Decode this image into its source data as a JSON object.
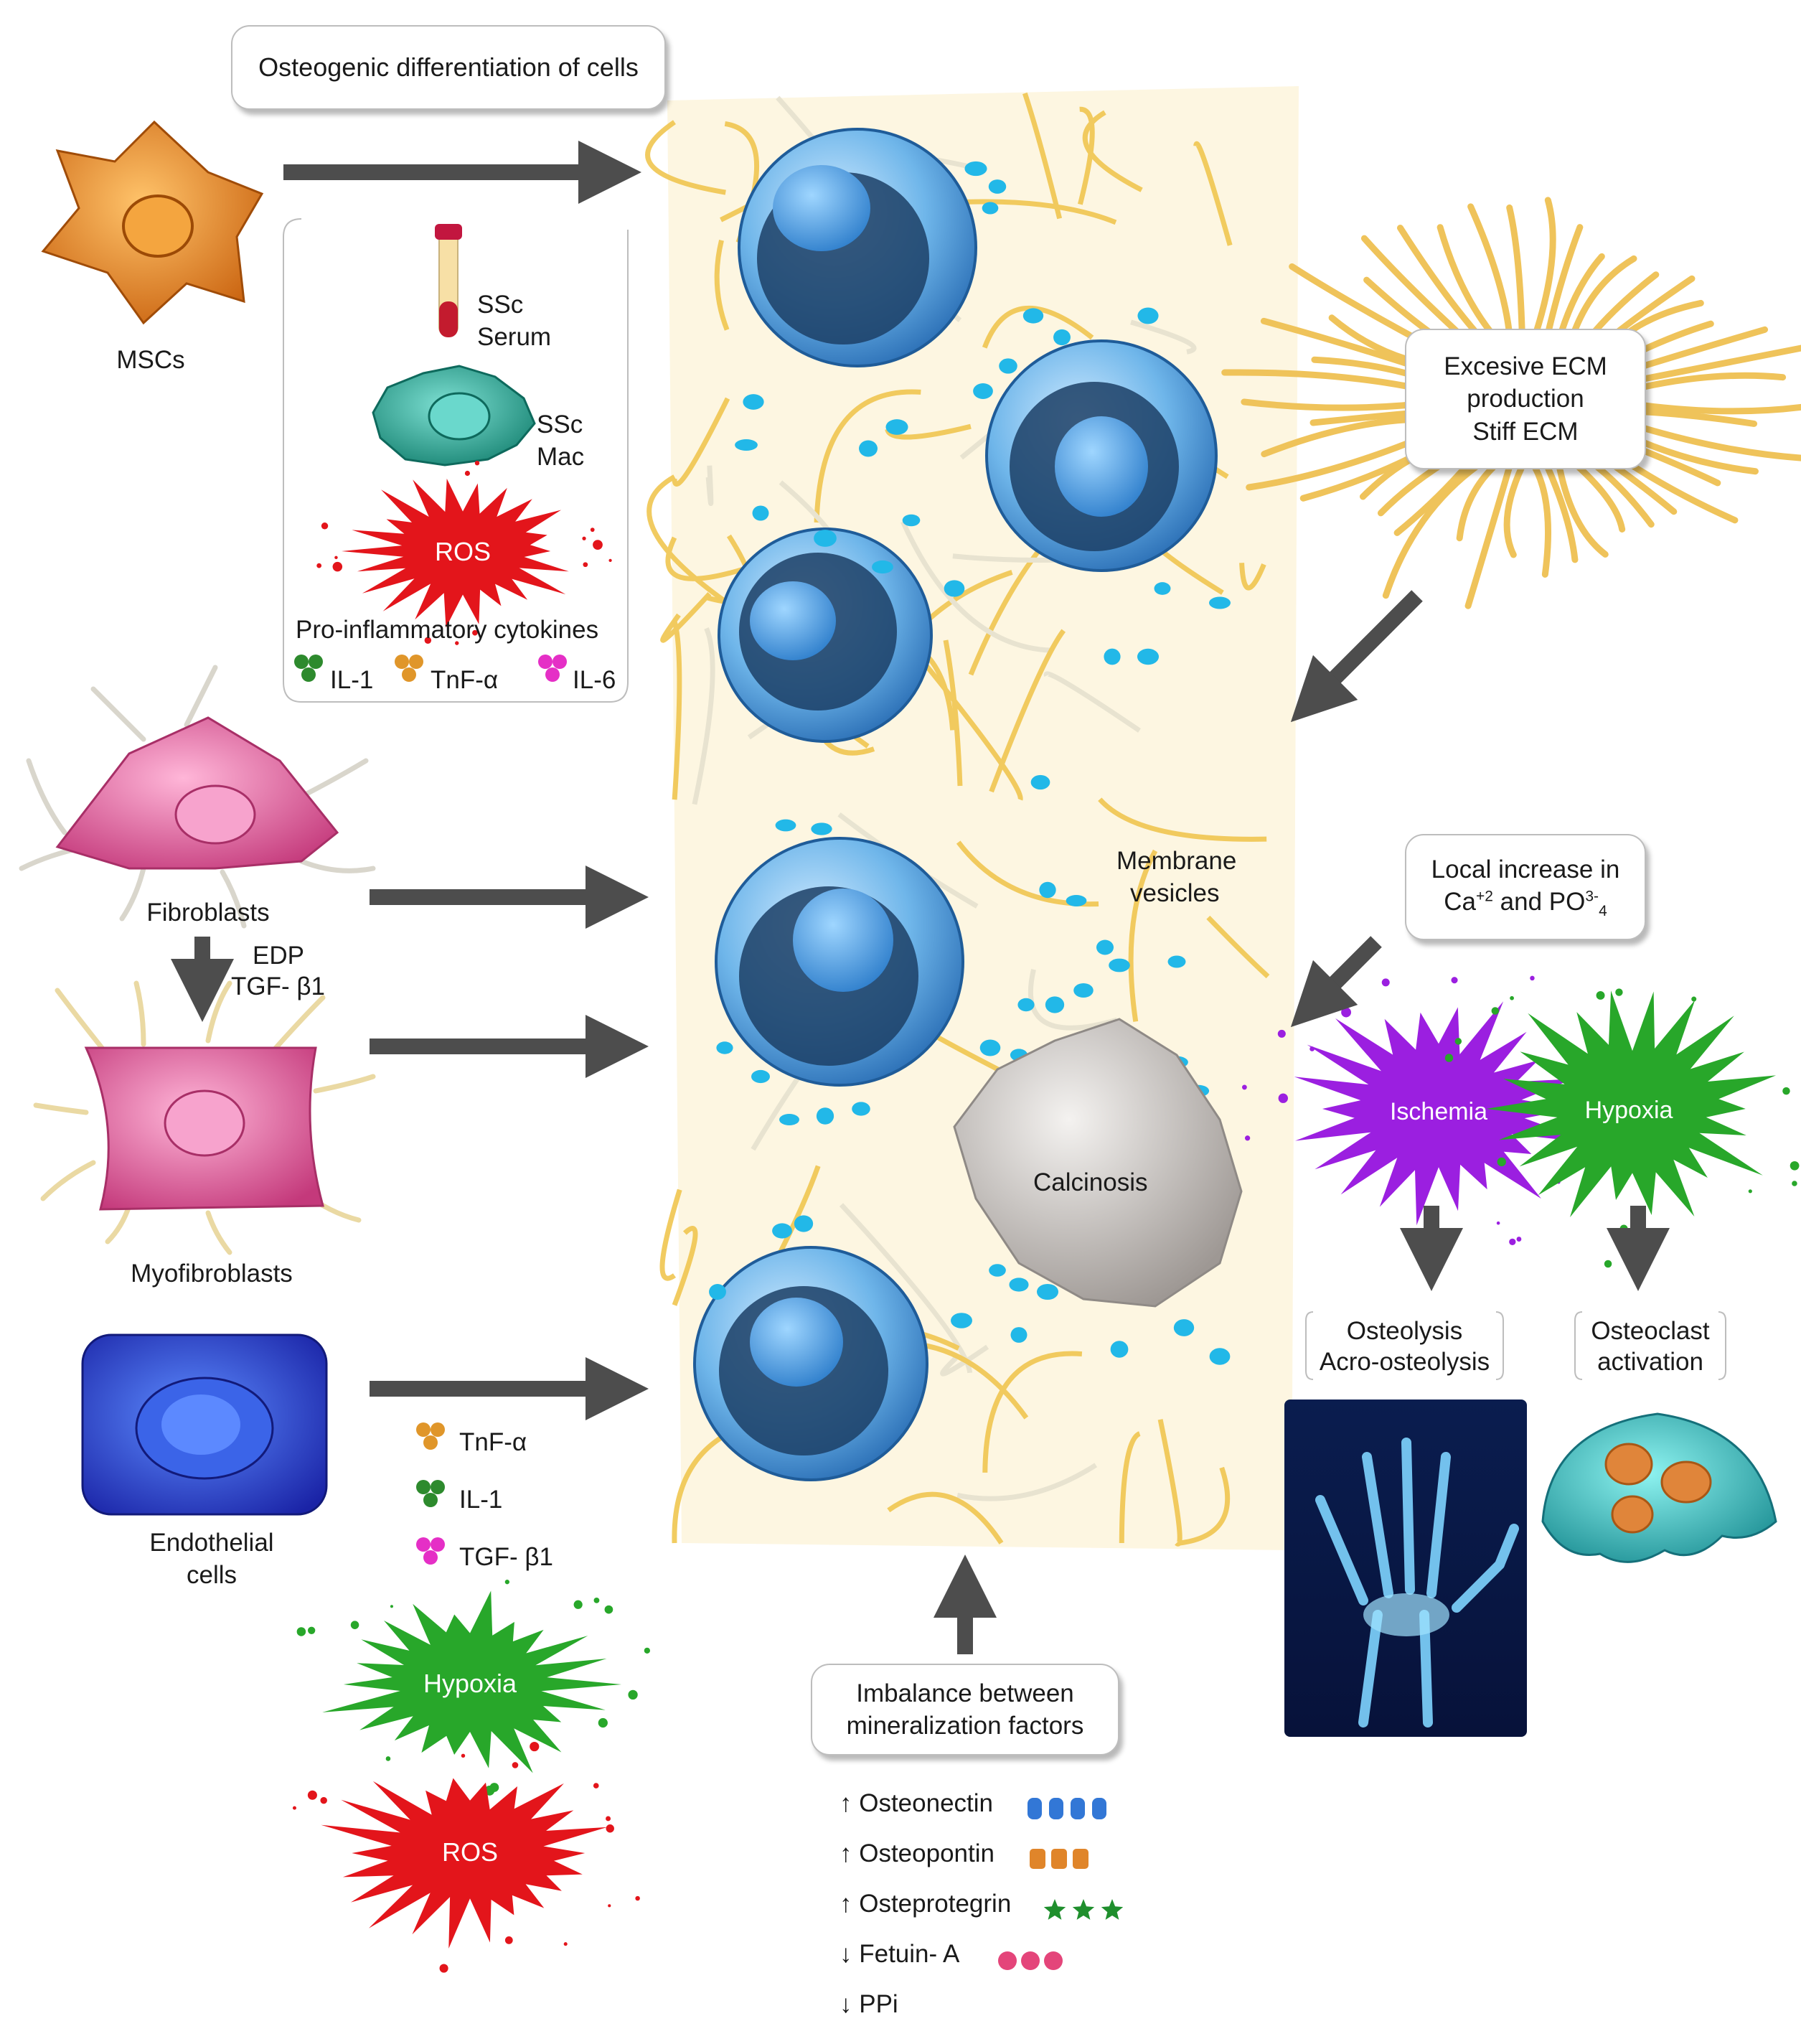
{
  "top_box": "Osteogenic differentiation of cells",
  "mscs": "MSCs",
  "ssc_serum": [
    "SSc",
    "Serum"
  ],
  "ssc_mac": [
    "SSc",
    "Mac"
  ],
  "ros": "ROS",
  "cytokines_title": "Pro-inflammatory cytokines",
  "cytokines": [
    "IL-1",
    "TnF-α",
    "IL-6"
  ],
  "fibroblasts": "Fibroblasts",
  "edp": "EDP",
  "tgf": "TGF- β1",
  "myofibroblasts": "Myofibroblasts",
  "endothelial": [
    "Endothelial",
    "cells"
  ],
  "endo_factors": [
    "TnF-α",
    "IL-1",
    "TGF- β1"
  ],
  "hypoxia": "Hypoxia",
  "ischemia": "Ischemia",
  "ecm_box": [
    "Excesive ECM",
    "production",
    "Stiff ECM"
  ],
  "membrane_vesicles": [
    "Membrane",
    "vesicles"
  ],
  "local_box": [
    "Local increase in",
    "Ca",
    "+2",
    " and PO",
    "3-",
    "4"
  ],
  "calcinosis": "Calcinosis",
  "osteolysis": [
    "Osteolysis",
    "Acro-osteolysis"
  ],
  "osteoclast": [
    "Osteoclast",
    "activation"
  ],
  "imbalance_box": [
    "Imbalance between",
    "mineralization factors"
  ],
  "factors": [
    {
      "arrow": "↑",
      "name": "Osteonectin"
    },
    {
      "arrow": "↑",
      "name": "Osteopontin"
    },
    {
      "arrow": "↑",
      "name": "Osteprotegrin"
    },
    {
      "arrow": "↓",
      "name": "Fetuin- A"
    },
    {
      "arrow": "↓",
      "name": "PPi"
    }
  ],
  "colors": {
    "arrow": "#4d4d4d",
    "ecm_fiber": "#f2c94c",
    "cell_blue": "#3a8fd6",
    "vesicle": "#22b8e8",
    "msc": "#e8841c",
    "macrophage": "#1fa99a",
    "ros": "#e3151b",
    "hypoxia": "#28a72a",
    "ischemia": "#9b1fe0",
    "fibroblast": "#e05a9c",
    "endothelial": "#2743c9",
    "il1": "#2d8a2d",
    "tnf": "#e0962a",
    "il6": "#e52fc6"
  },
  "icons": [
    "blood-tube-icon",
    "macrophage-icon",
    "splash-icon",
    "cell-icon",
    "hand-xray-icon",
    "osteoclast-icon",
    "star-icon",
    "arrow-icon"
  ]
}
